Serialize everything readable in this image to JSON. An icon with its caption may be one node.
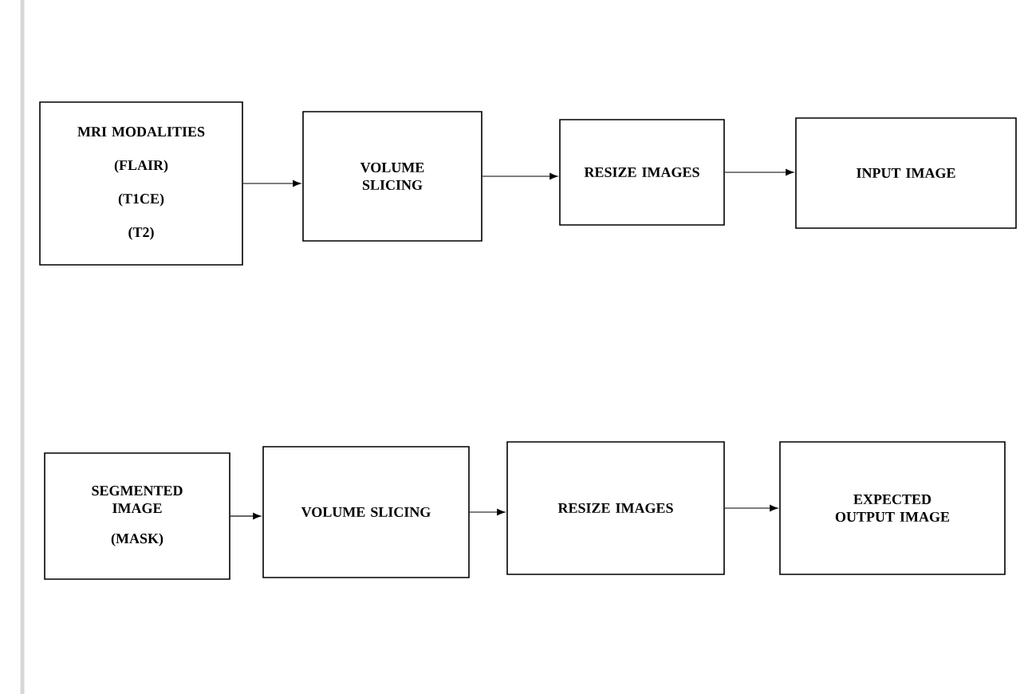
{
  "diagram": {
    "nodes": [
      {
        "text": [
          "MRI MODALITIES",
          "(FLAIR)",
          "(T1CE)",
          "(T2)"
        ]
      },
      {
        "text": [
          "VOLUME SLICING"
        ]
      },
      {
        "text": [
          "RESIZE IMAGES"
        ]
      },
      {
        "text": [
          "INPUT IMAGE"
        ]
      },
      {
        "text": [
          "SEGMENTED IMAGE",
          "(MASK)"
        ]
      },
      {
        "text": [
          "VOLUME SLICING"
        ]
      },
      {
        "text": [
          "RESIZE IMAGES"
        ]
      },
      {
        "text": [
          "EXPECTED OUTPUT IMAGE"
        ]
      }
    ],
    "edges": [
      {
        "from": 0,
        "to": 1,
        "arrow": "to"
      },
      {
        "from": 1,
        "to": 2,
        "arrow": "to"
      },
      {
        "from": 2,
        "to": 3,
        "arrow": "to"
      },
      {
        "from": 4,
        "to": 5,
        "arrow": "to"
      },
      {
        "from": 5,
        "to": 6,
        "arrow": "to"
      },
      {
        "from": 6,
        "to": 7,
        "arrow": "to"
      }
    ]
  }
}
